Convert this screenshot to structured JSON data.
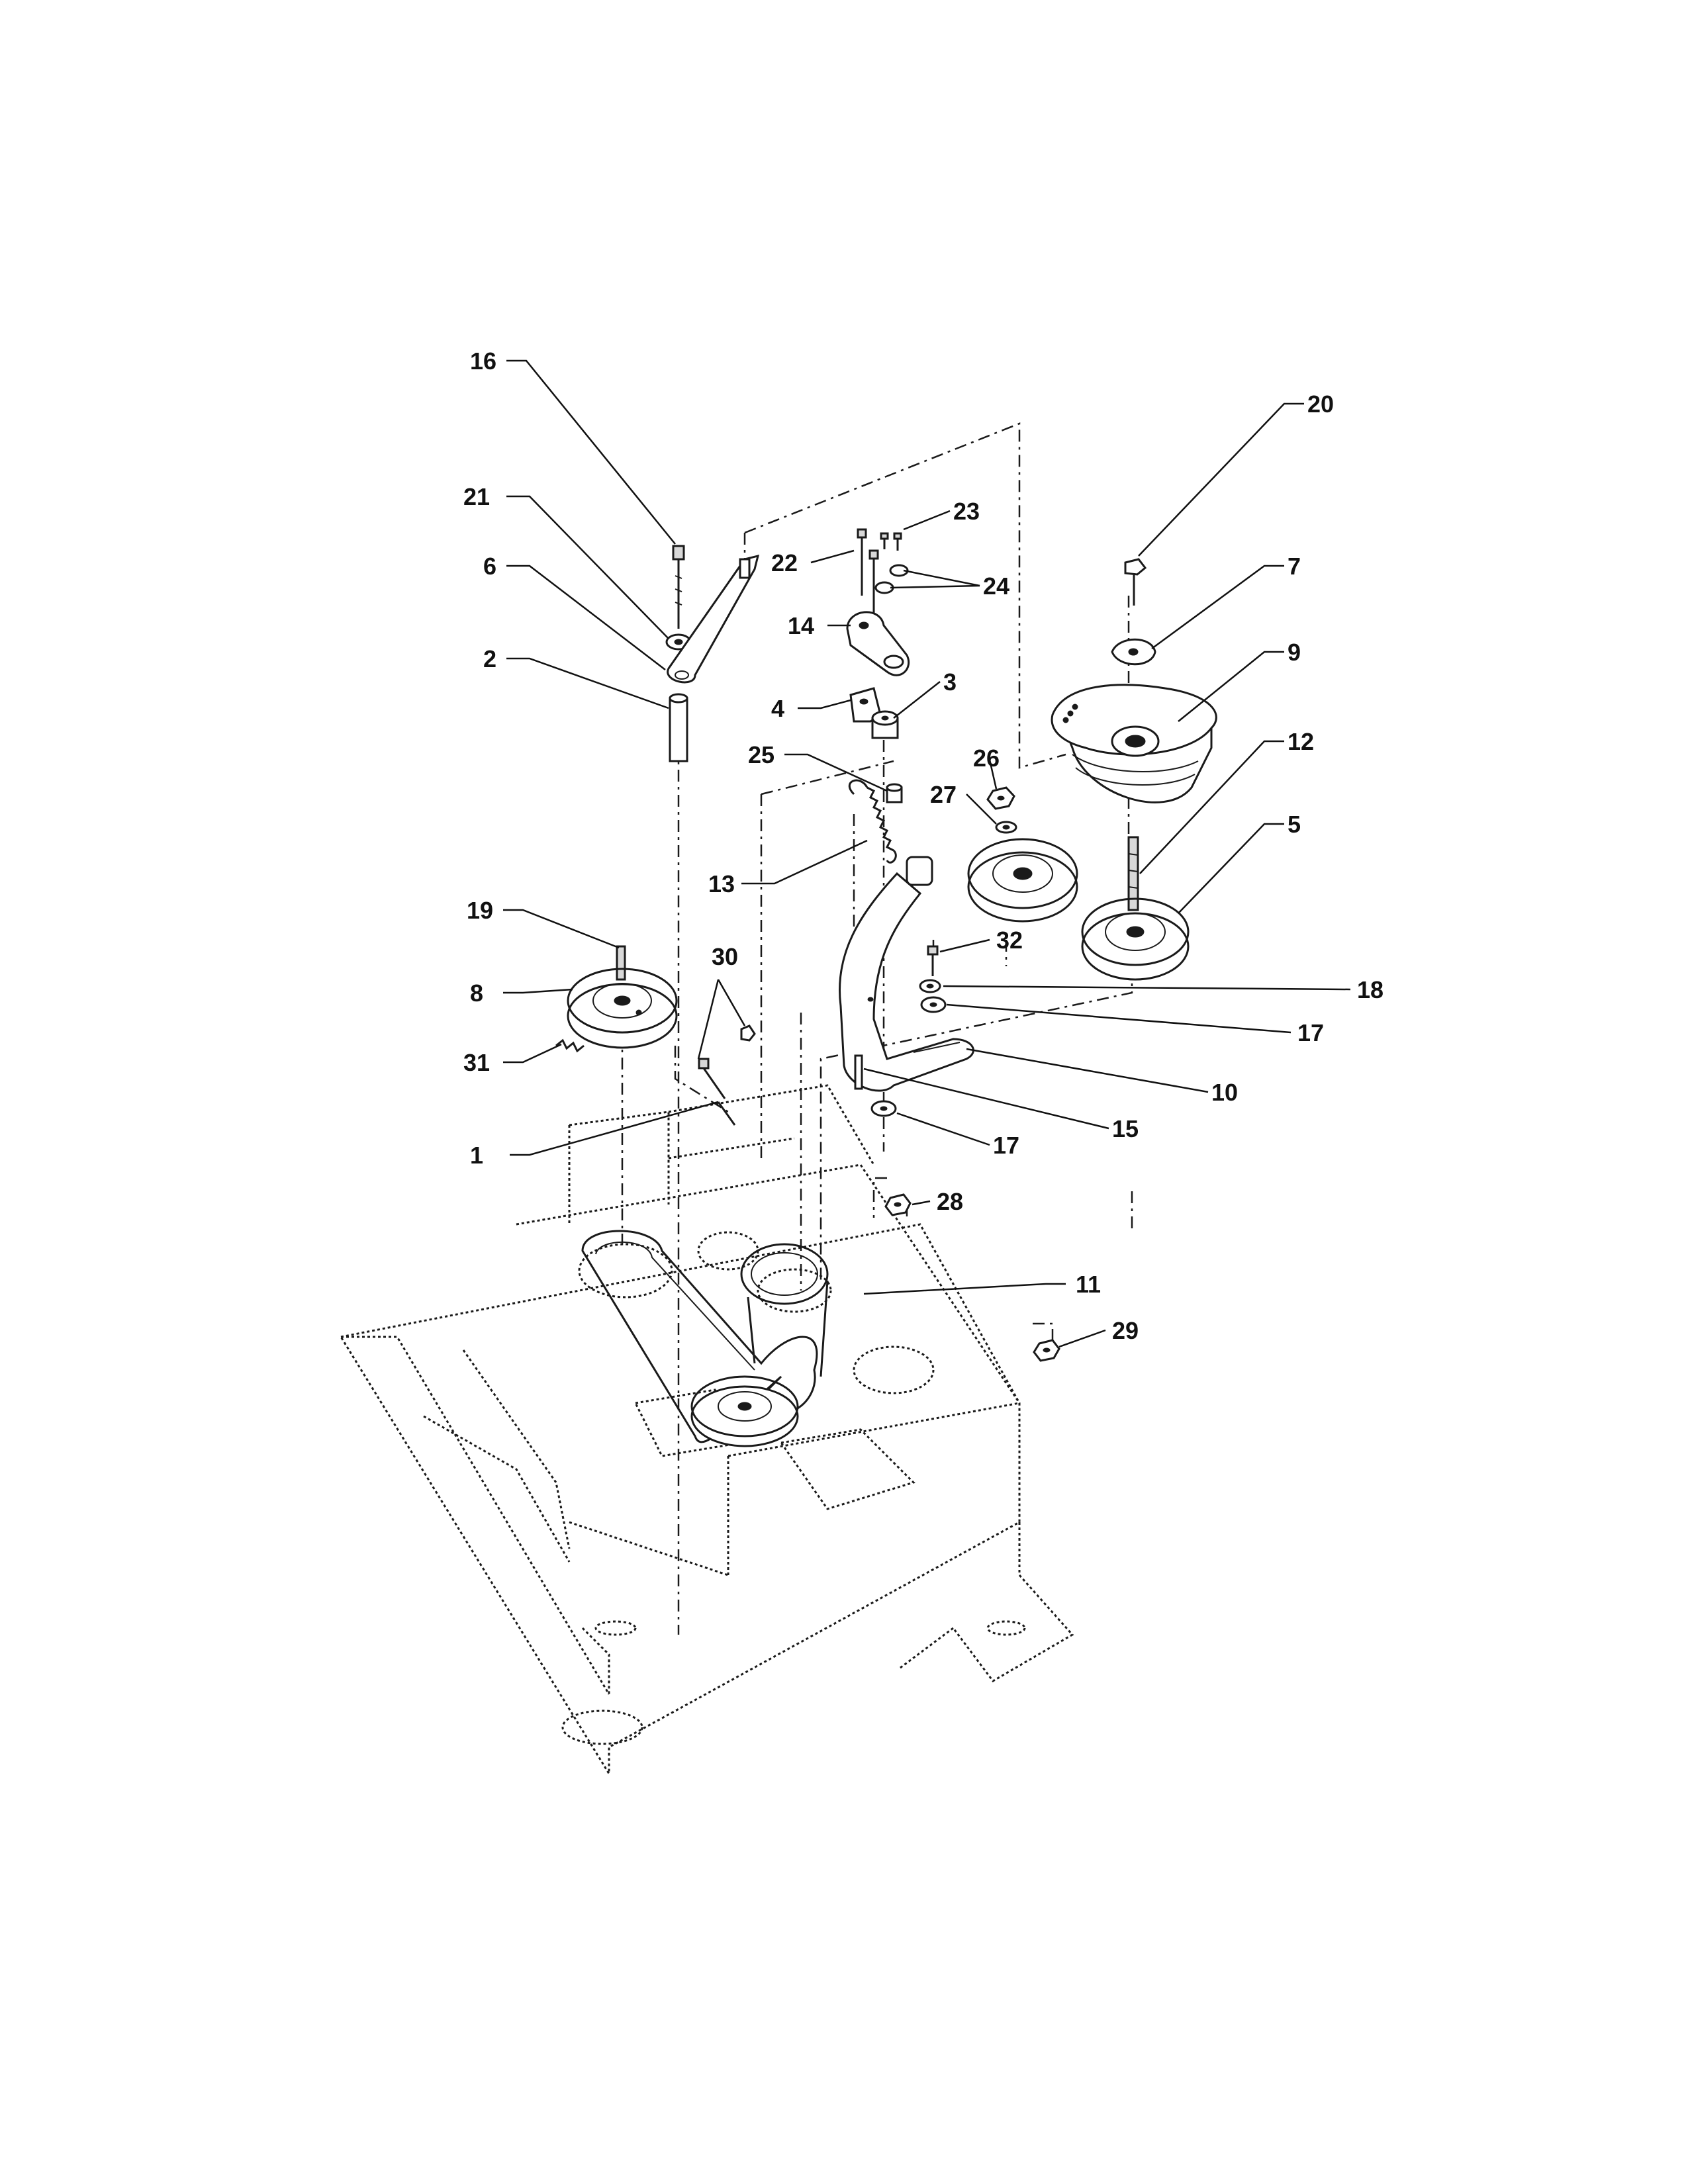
{
  "callouts": {
    "c1": "1",
    "c2": "2",
    "c3": "3",
    "c4": "4",
    "c5": "5",
    "c6": "6",
    "c7": "7",
    "c8": "8",
    "c9": "9",
    "c10": "10",
    "c11": "11",
    "c12": "12",
    "c13": "13",
    "c14": "14",
    "c15": "15",
    "c16": "16",
    "c17a": "17",
    "c17b": "17",
    "c18": "18",
    "c19": "19",
    "c20": "20",
    "c21": "21",
    "c22": "22",
    "c23": "23",
    "c24": "24",
    "c25": "25",
    "c26": "26",
    "c27": "27",
    "c28": "28",
    "c29": "29",
    "c30": "30",
    "c31": "31",
    "c32": "32"
  }
}
